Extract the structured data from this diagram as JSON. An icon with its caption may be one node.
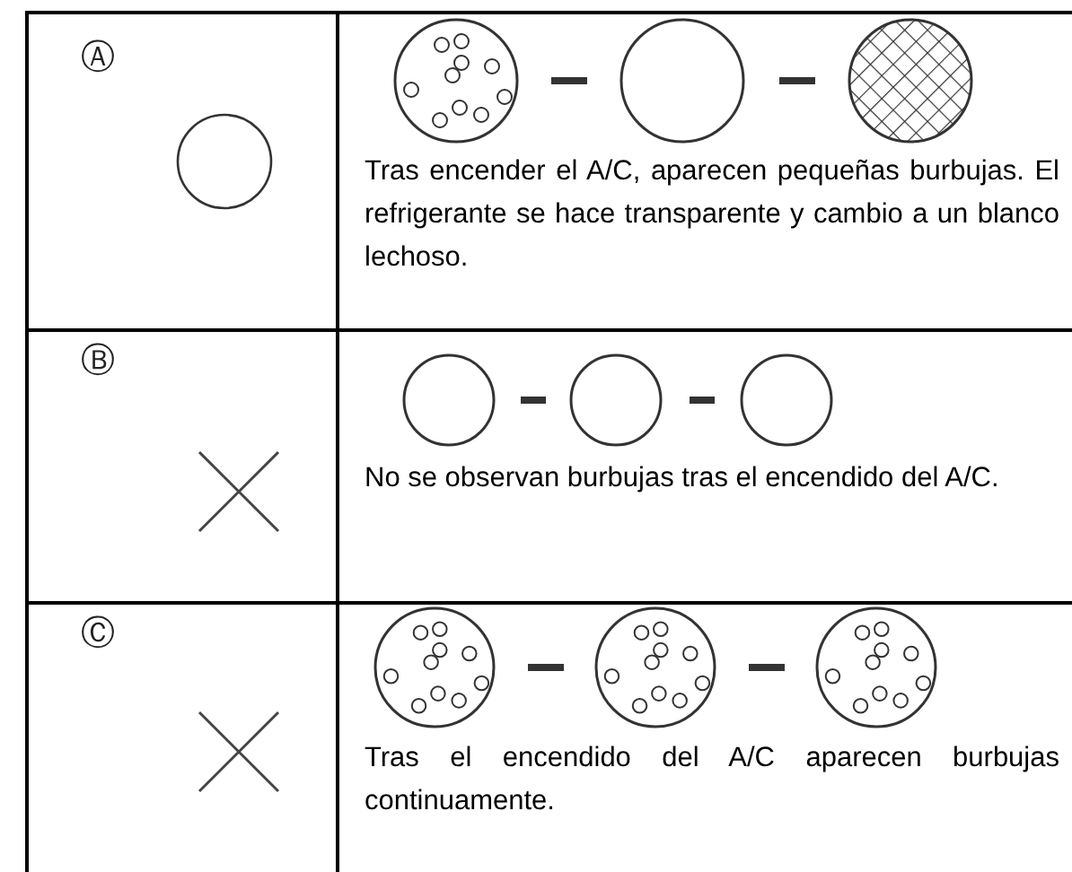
{
  "diagram": {
    "labels": [
      "Ⓐ",
      "Tras encender el A/C, aparecen pequeñas burbujas. El refrigerante se hace transparente y cambio a un blanco lechoso.",
      "Ⓑ",
      "No se observan burbujas tras el encendido del A/C.",
      "Ⓒ",
      "Tras el encendido del A/C aparecen burbujas continuamente."
    ]
  }
}
